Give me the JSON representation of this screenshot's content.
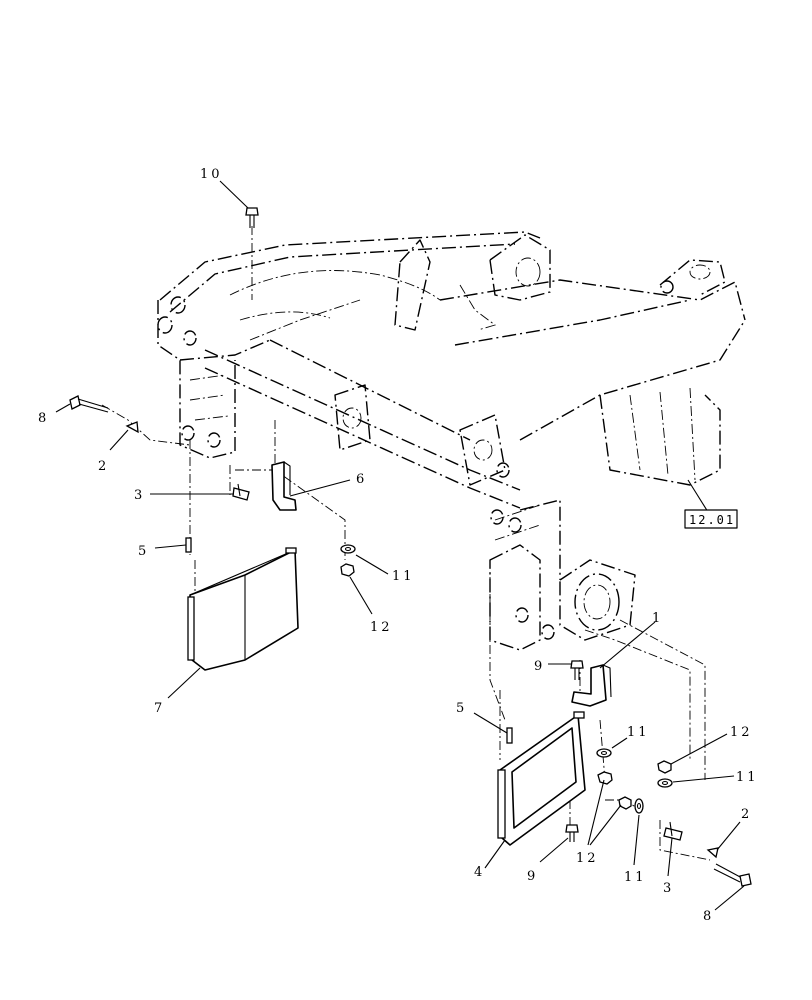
{
  "callouts": {
    "c1": "1",
    "c2_left": "2",
    "c2_right": "2",
    "c3_left": "3",
    "c3_right": "3",
    "c4": "4",
    "c5_left": "5",
    "c5_right": "5",
    "c6": "6",
    "c7": "7",
    "c8_left": "8",
    "c8_right": "8",
    "c9_upper": "9",
    "c9_lower": "9",
    "c10": "10",
    "c11_a": "11",
    "c11_b": "11",
    "c11_c": "11",
    "c11_d": "11",
    "c12_a": "12",
    "c12_b": "12",
    "c12_c": "12"
  },
  "reference_box": {
    "label": "12.01"
  }
}
